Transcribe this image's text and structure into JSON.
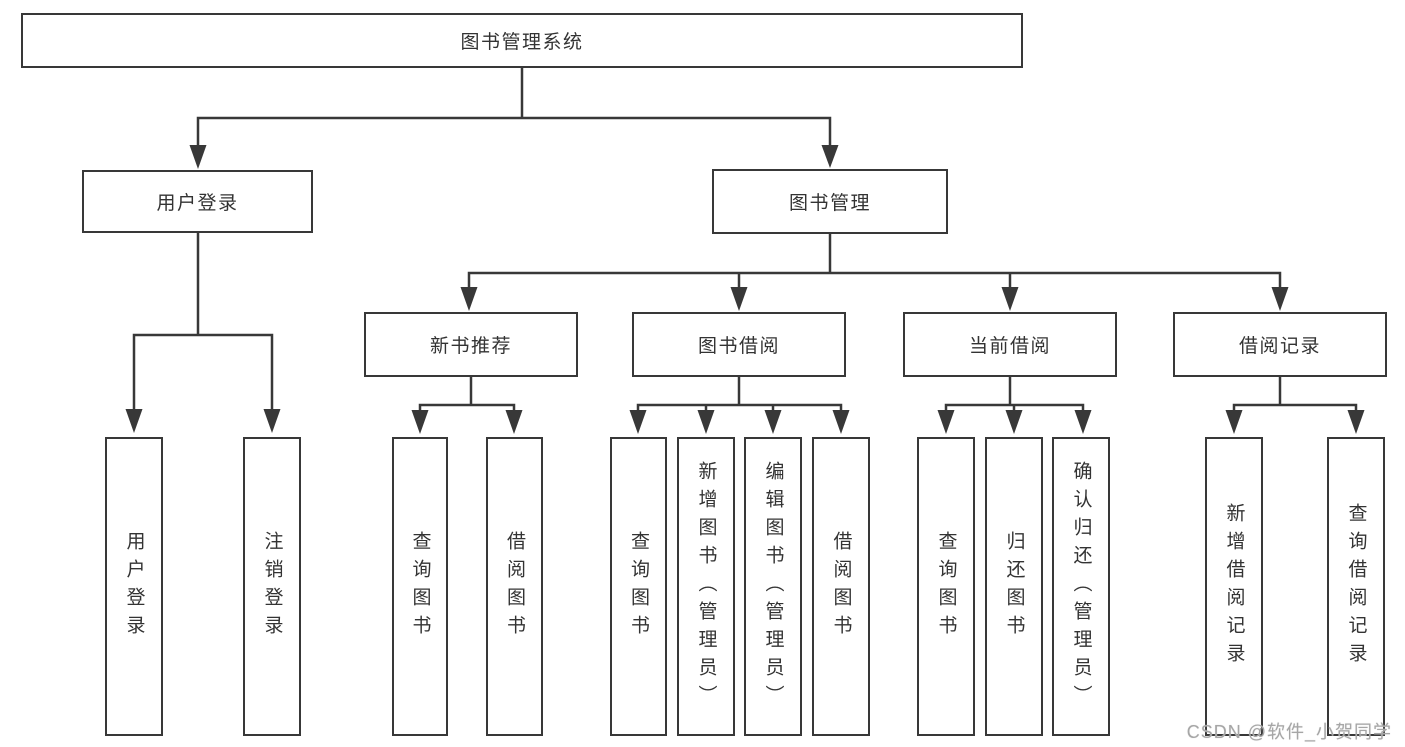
{
  "diagram": {
    "type": "hierarchy-chart",
    "colors": {
      "line": "#383838",
      "box_border": "#383838",
      "box_fill": "#ffffff",
      "text": "#333333",
      "watermark": "#a6a6a6",
      "background": "#ffffff"
    }
  },
  "tree": {
    "label": "图书管理系统",
    "children": [
      {
        "label": "用户登录",
        "children": [
          {
            "label": "用户登录"
          },
          {
            "label": "注销登录"
          }
        ]
      },
      {
        "label": "图书管理",
        "children": [
          {
            "label": "新书推荐",
            "children": [
              {
                "label": "查询图书"
              },
              {
                "label": "借阅图书"
              }
            ]
          },
          {
            "label": "图书借阅",
            "children": [
              {
                "label": "查询图书"
              },
              {
                "label": "新增图书（管理员）"
              },
              {
                "label": "编辑图书（管理员）"
              },
              {
                "label": "借阅图书"
              }
            ]
          },
          {
            "label": "当前借阅",
            "children": [
              {
                "label": "查询图书"
              },
              {
                "label": "归还图书"
              },
              {
                "label": "确认归还（管理员）"
              }
            ]
          },
          {
            "label": "借阅记录",
            "children": [
              {
                "label": "新增借阅记录"
              },
              {
                "label": "查询借阅记录"
              }
            ]
          }
        ]
      }
    ]
  },
  "watermark": {
    "text": "CSDN @软件_小贺同学"
  }
}
